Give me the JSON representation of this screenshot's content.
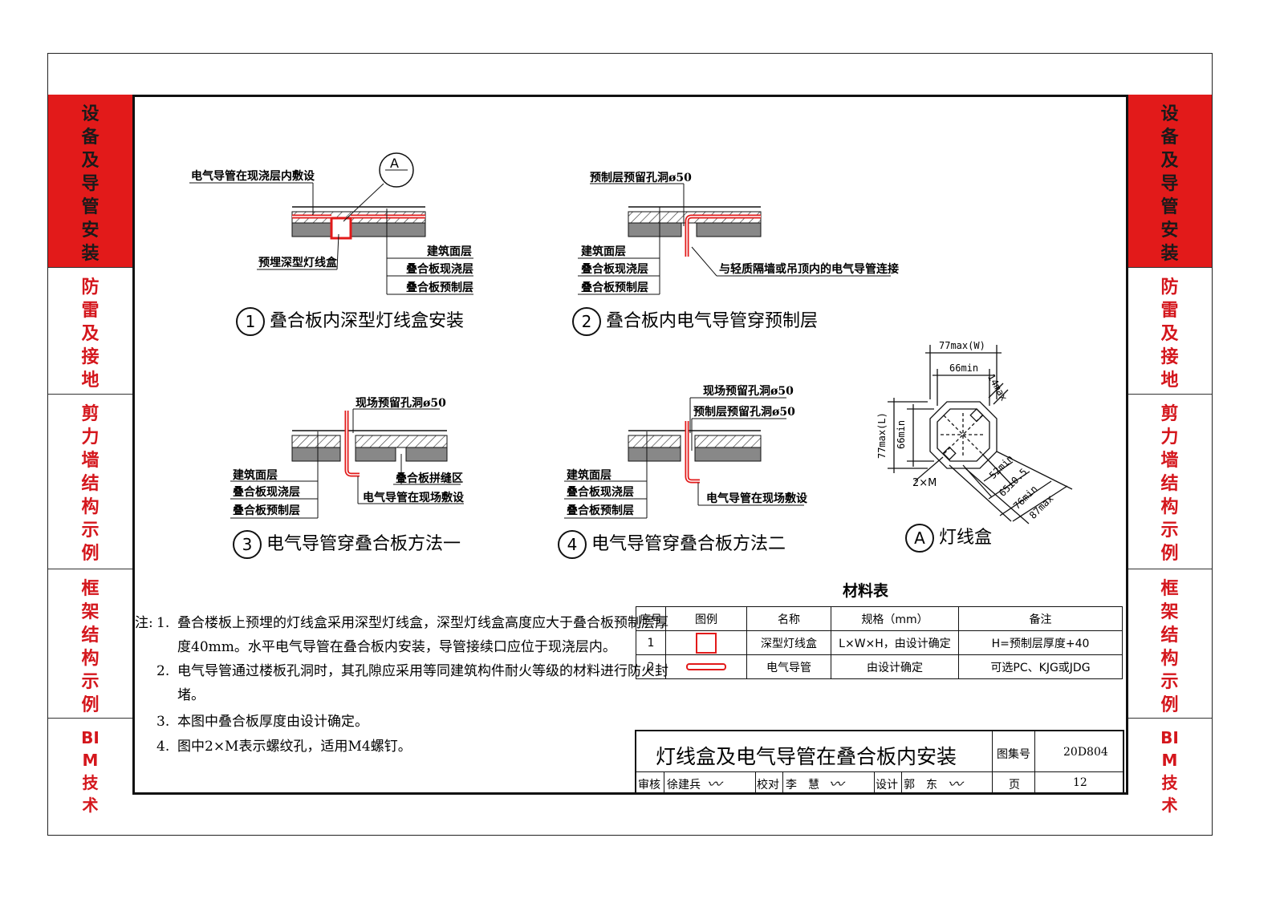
{
  "sidebar": [
    {
      "label": "设备及导管安装",
      "active": true
    },
    {
      "label": "防雷及接地",
      "active": false
    },
    {
      "label": "剪力墙结构示例",
      "active": false
    },
    {
      "label": "框架结构示例",
      "active": false
    },
    {
      "label": "BIM技术",
      "active": false
    }
  ],
  "fig1": {
    "num": "1",
    "caption": "叠合板内深型灯线盒安装",
    "label_top": "电气导管在现浇层内敷设",
    "label_box": "预埋深型灯线盒",
    "ref": "A",
    "layers": [
      "建筑面层",
      "叠合板现浇层",
      "叠合板预制层"
    ]
  },
  "fig2": {
    "num": "2",
    "caption": "叠合板内电气导管穿预制层",
    "label_top": "预制层预留孔洞ø50",
    "label_right": "与轻质隔墙或吊顶内的电气导管连接",
    "layers": [
      "建筑面层",
      "叠合板现浇层",
      "叠合板预制层"
    ]
  },
  "fig3": {
    "num": "3",
    "caption": "电气导管穿叠合板方法一",
    "label_top": "现场预留孔洞ø50",
    "label_seam": "叠合板拼缝区",
    "label_conduit": "电气导管在现场敷设",
    "layers": [
      "建筑面层",
      "叠合板现浇层",
      "叠合板预制层"
    ]
  },
  "fig4": {
    "num": "4",
    "caption": "电气导管穿叠合板方法二",
    "label_top1": "现场预留孔洞ø50",
    "label_top2": "预制层预留孔洞ø50",
    "label_conduit": "电气导管在现场敷设",
    "layers": [
      "建筑面层",
      "叠合板现浇层",
      "叠合板预制层"
    ]
  },
  "figA": {
    "num": "A",
    "caption": "灯线盒",
    "dims": {
      "w_max": "77max(W)",
      "w_min": "66min",
      "t_max": "14max",
      "l_max": "77max(L)",
      "l_min": "66min",
      "d52": "52min",
      "d65": "65±0.5",
      "d76": "76min",
      "d87": "87max",
      "screw": "2×M"
    }
  },
  "material_table": {
    "title": "材料表",
    "headers": [
      "序号",
      "图例",
      "名称",
      "规格（mm）",
      "备注"
    ],
    "rows": [
      {
        "no": "1",
        "name": "深型灯线盒",
        "spec": "L×W×H，由设计确定",
        "remark": "H=预制层厚度+40"
      },
      {
        "no": "2",
        "name": "电气导管",
        "spec": "由设计确定",
        "remark": "可选PC、KJG或JDG"
      }
    ]
  },
  "notes": {
    "prefix": "注:",
    "items": [
      {
        "n": "1.",
        "lines": [
          "叠合楼板上预埋的灯线盒采用深型灯线盒，深型灯线盒高度应大于叠合板预制层厚",
          "度40mm。水平电气导管在叠合板内安装，导管接续口应位于现浇层内。"
        ]
      },
      {
        "n": "2.",
        "lines": [
          "电气导管通过楼板孔洞时，其孔隙应采用等同建筑构件耐火等级的材料进行防火封",
          "堵。"
        ]
      },
      {
        "n": "3.",
        "lines": [
          "本图中叠合板厚度由设计确定。"
        ]
      },
      {
        "n": "4.",
        "lines": [
          "图中2×M表示螺纹孔，适用M4螺钉。"
        ]
      }
    ]
  },
  "title_block": {
    "title": "灯线盒及电气导管在叠合板内安装",
    "atlas_label": "图集号",
    "atlas_no": "20D804",
    "review_label": "审核",
    "review_name": "徐建兵",
    "check_label": "校对",
    "check_name": "李　慧",
    "design_label": "设计",
    "design_name": "郭　东",
    "page_label": "页",
    "page_no": "12"
  },
  "colors": {
    "accent": "#e21a1a",
    "conduit": "#e21a1a",
    "line": "#111111"
  }
}
